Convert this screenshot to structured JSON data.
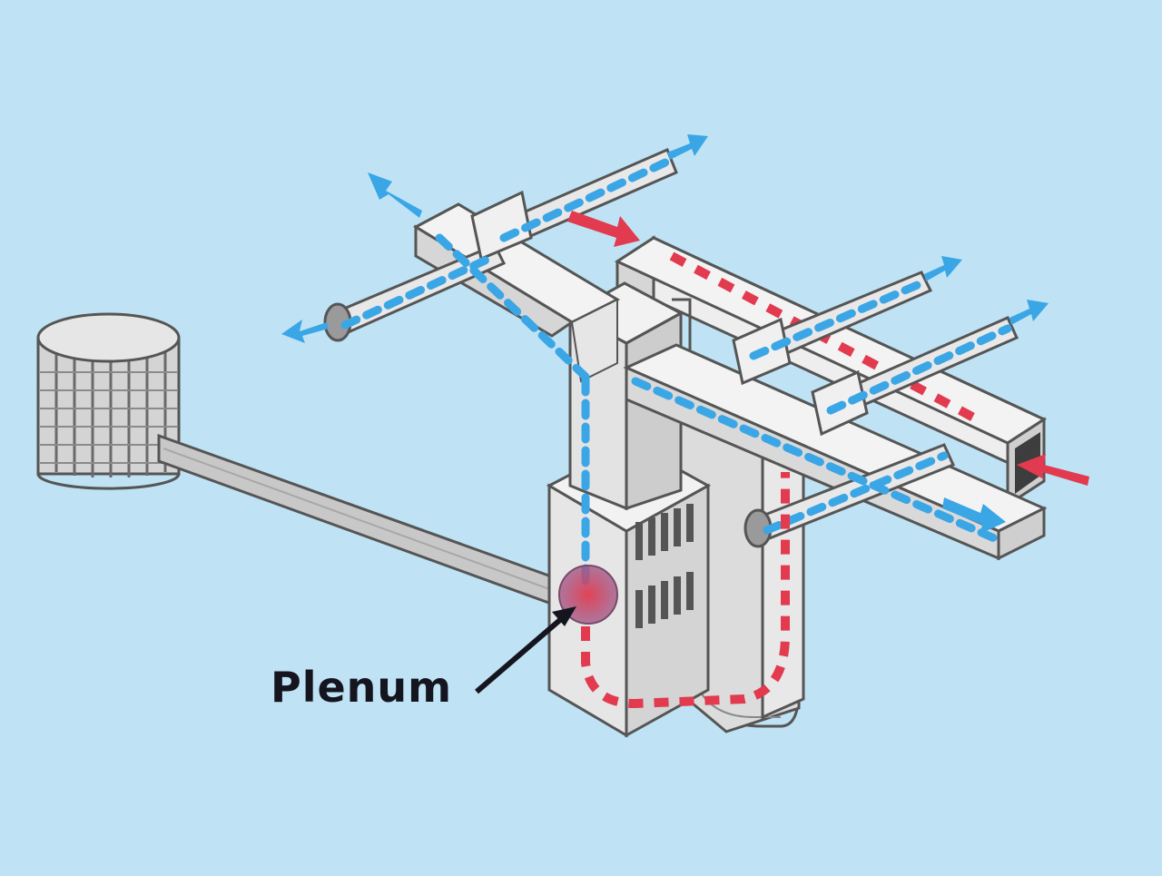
{
  "diagram": {
    "label": "Plenum",
    "colors": {
      "background": "#bfe3f4",
      "duct_face": "#eeeeee",
      "duct_side": "#c9c9c9",
      "duct_edge": "#555555",
      "supply_air": "#3aa6e6",
      "return_air": "#e23a4e",
      "label_text": "#15151f"
    },
    "components": [
      "outdoor-condenser",
      "refrigerant-line",
      "furnace-cabinet",
      "plenum",
      "supply-trunk",
      "return-trunk",
      "branch-ducts"
    ]
  }
}
